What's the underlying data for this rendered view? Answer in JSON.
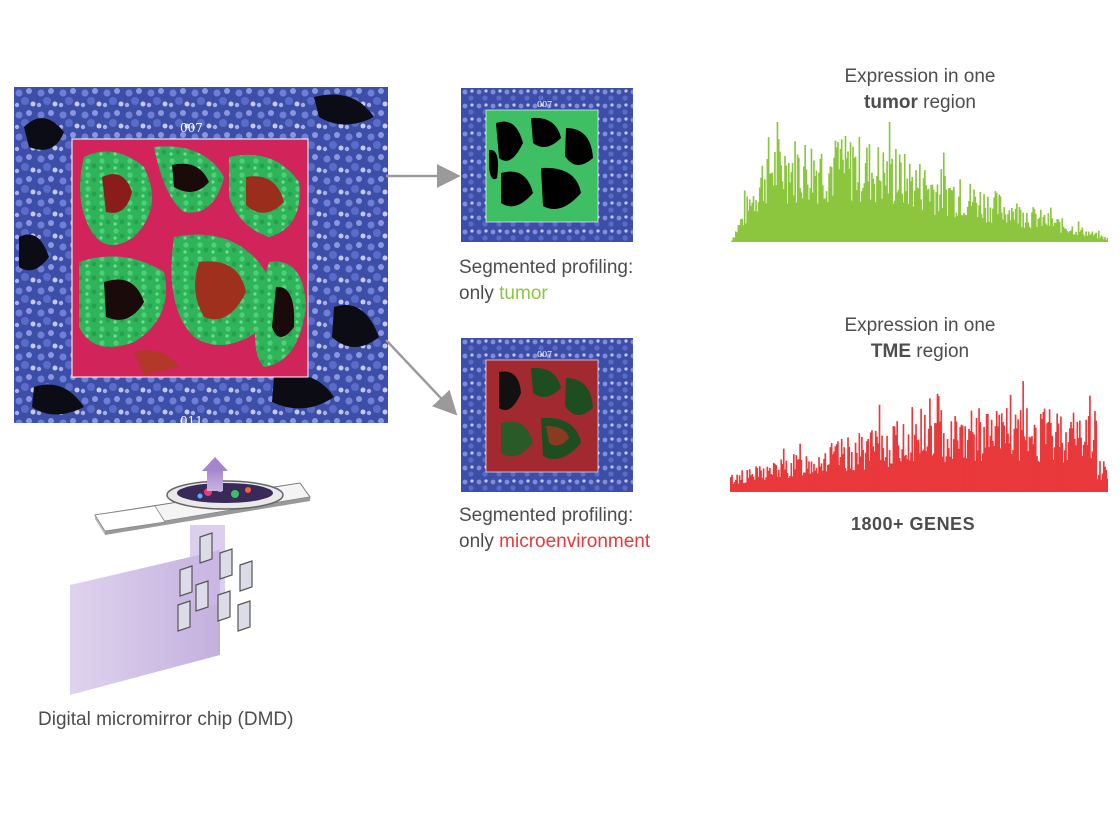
{
  "main_image": {
    "roi_labels": [
      "007",
      "011"
    ]
  },
  "panel_tumor": {
    "roi_label": "007",
    "caption_line1": "Segmented profiling:",
    "caption_prefix": "only ",
    "caption_highlight": "tumor"
  },
  "panel_tme": {
    "roi_label": "007",
    "caption_line1": "Segmented profiling:",
    "caption_prefix": "only ",
    "caption_highlight": "microenvironment"
  },
  "tumor_expression": {
    "title_line1": "Expression in one",
    "title_bold": "tumor",
    "title_rest": " region",
    "color": "#8cc63f"
  },
  "tme_expression": {
    "title_line1": "Expression in one",
    "title_bold": "TME",
    "title_rest": " region",
    "color": "#e8393b"
  },
  "genes_label": "1800+ GENES",
  "dmd_label": "Digital micromirror chip (DMD)",
  "colors": {
    "tumor_green": "#8cc63f",
    "tme_red": "#e8393b",
    "arrow_gray": "#9a9a9a",
    "light_purple": "#c9b6e0"
  }
}
